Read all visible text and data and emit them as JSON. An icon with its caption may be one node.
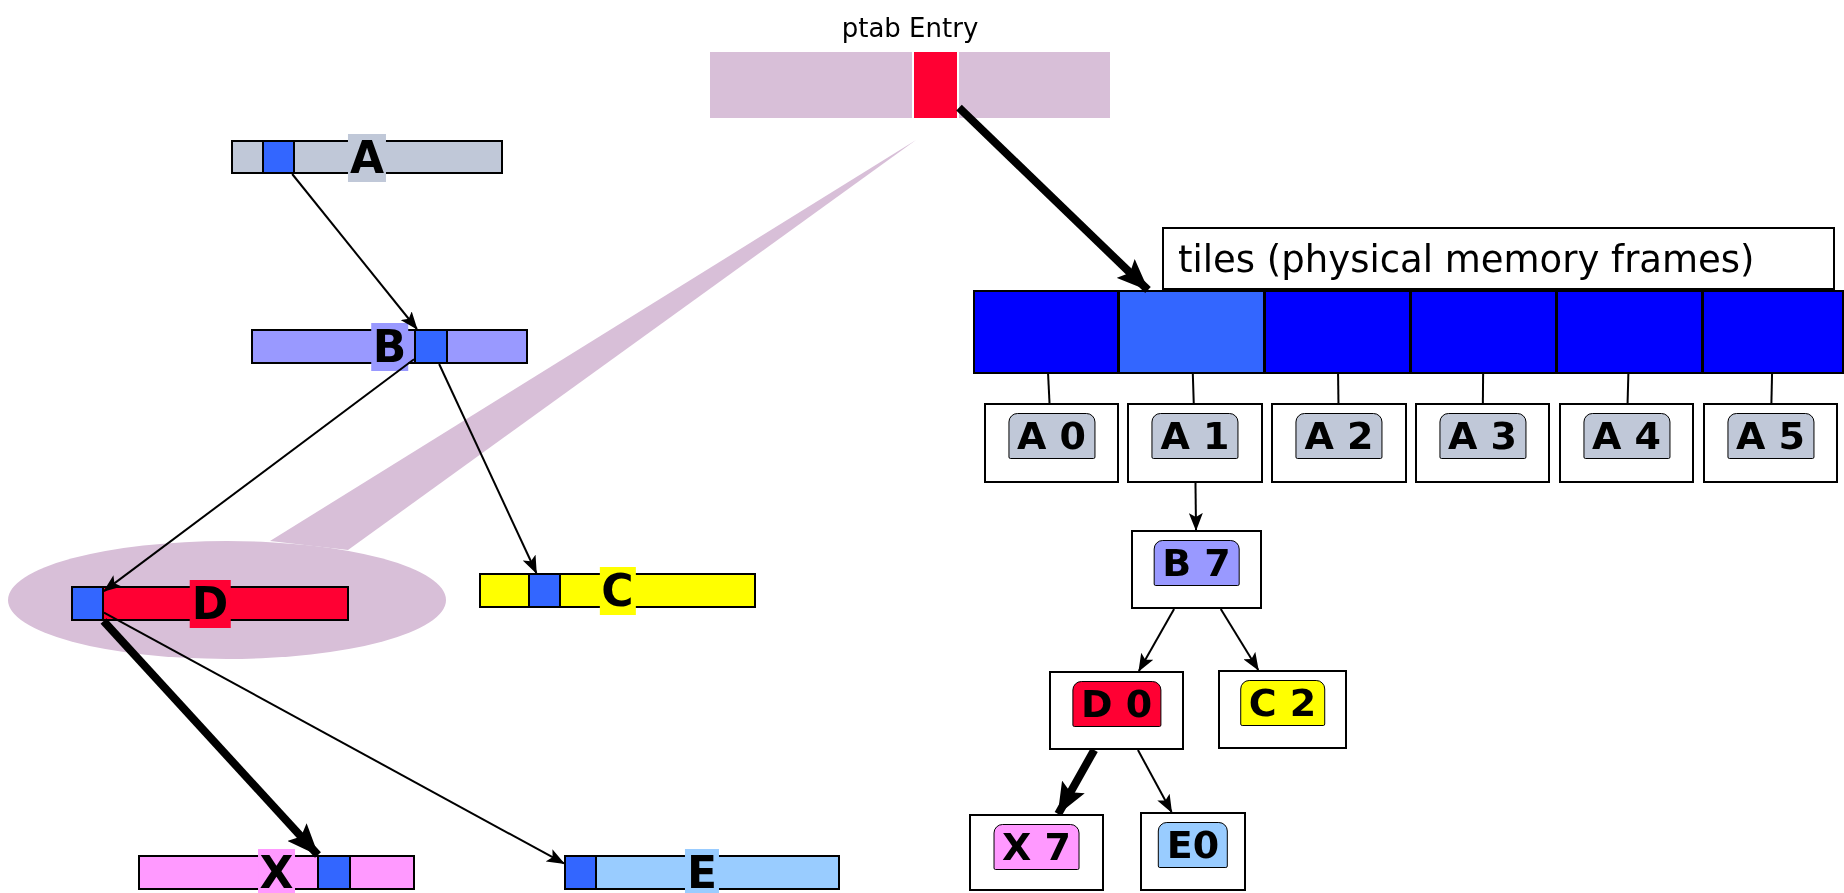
{
  "diagram": {
    "nodes": [
      {
        "text": [
          "ptab Entry"
        ]
      },
      {
        "text": [],
        "shape": "box",
        "in": 0
      },
      {
        "text": [
          "A"
        ]
      },
      {
        "text": [],
        "shape": "box",
        "in": 2
      },
      {
        "text": [
          "B"
        ]
      },
      {
        "text": [],
        "shape": "box",
        "in": 4
      },
      {
        "text": [
          "C"
        ]
      },
      {
        "text": [],
        "shape": "box",
        "in": 6
      },
      {
        "text": [
          "D"
        ]
      },
      {
        "text": [],
        "shape": "box",
        "in": 8
      },
      {
        "text": [
          "X"
        ]
      },
      {
        "text": [],
        "shape": "box",
        "in": 10
      },
      {
        "text": [
          "E"
        ]
      },
      {
        "text": [],
        "shape": "box",
        "in": 12
      },
      {
        "text": [
          "tiles (physical memory frames)"
        ]
      },
      {
        "text": [],
        "shape": "box"
      },
      {
        "text": [],
        "shape": "box"
      },
      {
        "text": [],
        "shape": "box"
      },
      {
        "text": [],
        "shape": "box"
      },
      {
        "text": [],
        "shape": "box"
      },
      {
        "text": [],
        "shape": "box"
      },
      {
        "text": [
          "A 0"
        ]
      },
      {
        "text": [
          "A 1"
        ]
      },
      {
        "text": [
          "A 2"
        ]
      },
      {
        "text": [
          "A 3"
        ]
      },
      {
        "text": [
          "A 4"
        ]
      },
      {
        "text": [
          "A 5"
        ]
      },
      {
        "text": [
          "B 7"
        ]
      },
      {
        "text": [
          "D 0"
        ]
      },
      {
        "text": [
          "C 2"
        ]
      },
      {
        "text": [
          "X 7"
        ]
      },
      {
        "text": [
          "E0"
        ]
      }
    ],
    "edges": [
      {
        "from": 1,
        "to": 16,
        "arrow": "to",
        "style": "thick"
      },
      {
        "from": 3,
        "to": 5,
        "arrow": "to"
      },
      {
        "from": 5,
        "to": 9,
        "arrow": "to"
      },
      {
        "from": 5,
        "to": 7,
        "arrow": "to"
      },
      {
        "from": 9,
        "to": 11,
        "arrow": "to",
        "style": "thick"
      },
      {
        "from": 9,
        "to": 13,
        "arrow": "to"
      },
      {
        "from": 15,
        "to": 21,
        "arrow": "none"
      },
      {
        "from": 16,
        "to": 22,
        "arrow": "none"
      },
      {
        "from": 17,
        "to": 23,
        "arrow": "none"
      },
      {
        "from": 18,
        "to": 24,
        "arrow": "none"
      },
      {
        "from": 19,
        "to": 25,
        "arrow": "none"
      },
      {
        "from": 20,
        "to": 26,
        "arrow": "none"
      },
      {
        "from": 22,
        "to": 27,
        "arrow": "to"
      },
      {
        "from": 27,
        "to": 28,
        "arrow": "to"
      },
      {
        "from": 27,
        "to": 29,
        "arrow": "to"
      },
      {
        "from": 28,
        "to": 30,
        "arrow": "to",
        "style": "thick"
      },
      {
        "from": 28,
        "to": 31,
        "arrow": "to"
      }
    ]
  }
}
